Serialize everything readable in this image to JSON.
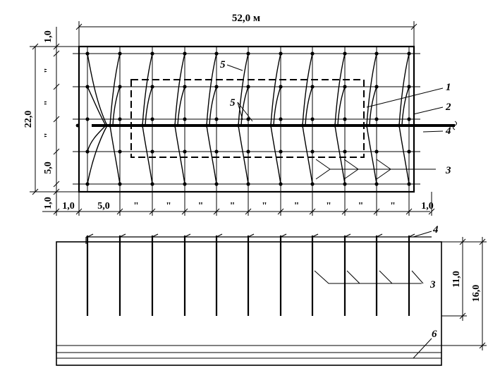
{
  "plan": {
    "overall_length": "52,0 м",
    "overall_width": "22,0",
    "top_margin": "1,0",
    "bottom_margin": "1,0",
    "left_margin": "1,0",
    "right_margin": "1,0",
    "row_spacing": "5,0",
    "col_spacing": "5,0",
    "ditto_mark": "\"",
    "callouts": [
      "1",
      "2",
      "3",
      "4",
      "5",
      "5"
    ]
  },
  "section": {
    "depth_short": "11,0",
    "depth_full": "16,0",
    "callouts": [
      "3",
      "4",
      "6"
    ]
  }
}
